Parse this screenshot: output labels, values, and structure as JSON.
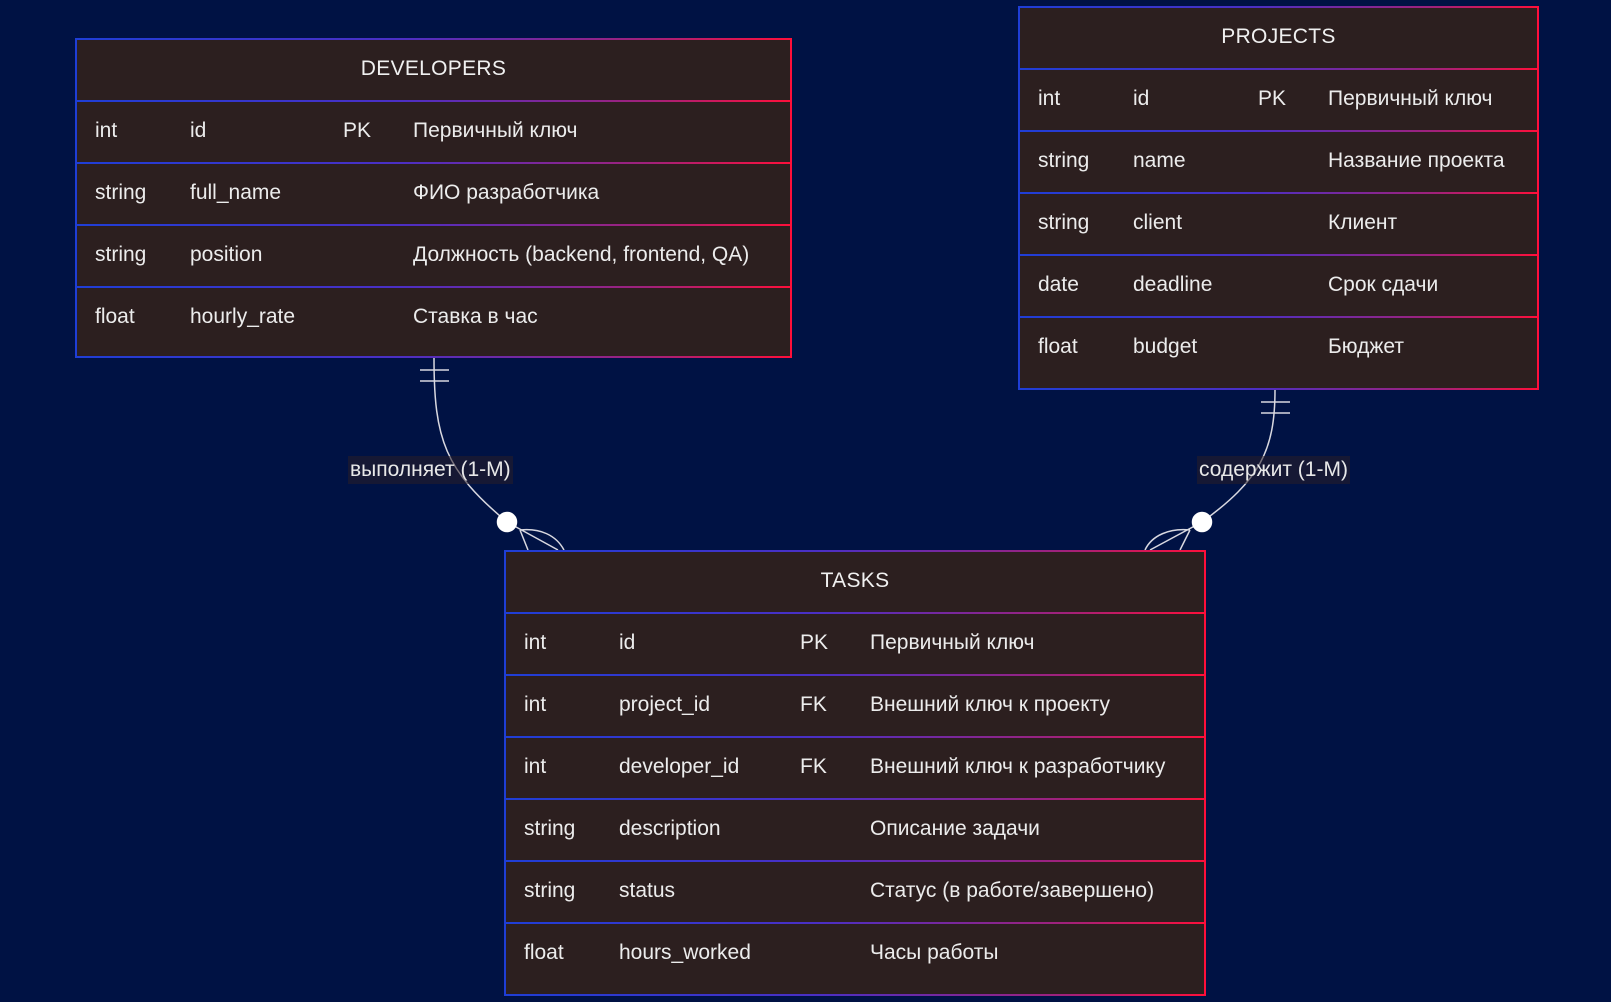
{
  "entities": {
    "developers": {
      "name": "DEVELOPERS",
      "rows": [
        {
          "type": "int",
          "field": "id",
          "key": "PK",
          "comment": "Первичный ключ"
        },
        {
          "type": "string",
          "field": "full_name",
          "key": "",
          "comment": "ФИО разработчика"
        },
        {
          "type": "string",
          "field": "position",
          "key": "",
          "comment": "Должность (backend, frontend, QA)"
        },
        {
          "type": "float",
          "field": "hourly_rate",
          "key": "",
          "comment": "Ставка в час"
        }
      ]
    },
    "projects": {
      "name": "PROJECTS",
      "rows": [
        {
          "type": "int",
          "field": "id",
          "key": "PK",
          "comment": "Первичный ключ"
        },
        {
          "type": "string",
          "field": "name",
          "key": "",
          "comment": "Название проекта"
        },
        {
          "type": "string",
          "field": "client",
          "key": "",
          "comment": "Клиент"
        },
        {
          "type": "date",
          "field": "deadline",
          "key": "",
          "comment": "Срок сдачи"
        },
        {
          "type": "float",
          "field": "budget",
          "key": "",
          "comment": "Бюджет"
        }
      ]
    },
    "tasks": {
      "name": "TASKS",
      "rows": [
        {
          "type": "int",
          "field": "id",
          "key": "PK",
          "comment": "Первичный ключ"
        },
        {
          "type": "int",
          "field": "project_id",
          "key": "FK",
          "comment": "Внешний ключ к проекту"
        },
        {
          "type": "int",
          "field": "developer_id",
          "key": "FK",
          "comment": "Внешний ключ к разработчику"
        },
        {
          "type": "string",
          "field": "description",
          "key": "",
          "comment": "Описание задачи"
        },
        {
          "type": "string",
          "field": "status",
          "key": "",
          "comment": "Статус (в работе/завершено)"
        },
        {
          "type": "float",
          "field": "hours_worked",
          "key": "",
          "comment": "Часы работы"
        }
      ]
    }
  },
  "relationships": [
    {
      "from": "developers",
      "to": "tasks",
      "label": "выполняет (1-M)",
      "from_cardinality": "exactly-one",
      "to_cardinality": "zero-or-many"
    },
    {
      "from": "projects",
      "to": "tasks",
      "label": "содержит (1-M)",
      "from_cardinality": "exactly-one",
      "to_cardinality": "zero-or-many"
    }
  ],
  "colors": {
    "background": "#001244",
    "entity_fill": "#2c1f1f",
    "border_start": "#1f3ed6",
    "border_end": "#ff0f3a",
    "line": "#d8d8e0",
    "text": "#ececec"
  }
}
